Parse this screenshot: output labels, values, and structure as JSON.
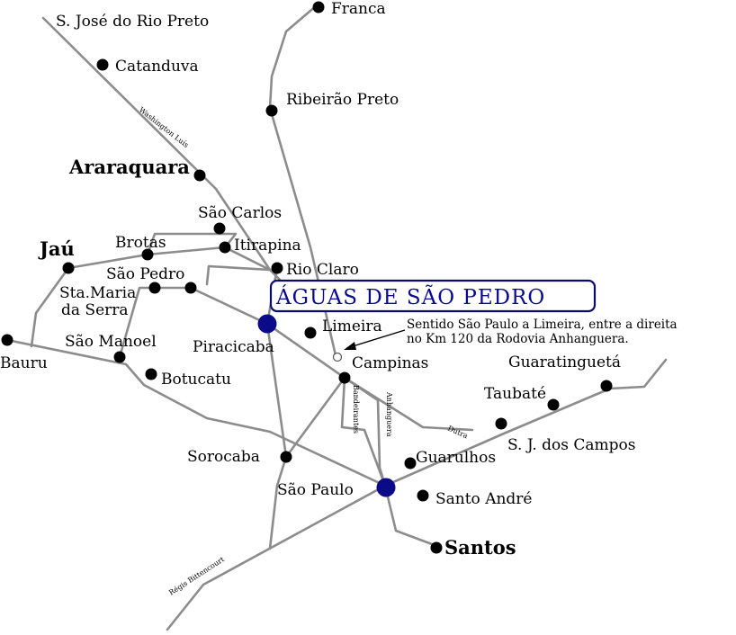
{
  "title": "ÁGUAS DE SÃO PEDRO",
  "note": {
    "line1": "Sentido São Paulo a Limeira, entre a direita",
    "line2": "no Km 120 da Rodovia Anhanguera."
  },
  "cities": {
    "sjose": "S. José do Rio Preto",
    "franca": "Franca",
    "catanduva": "Catanduva",
    "ribeirao": "Ribeirão Preto",
    "araraquara": "Araraquara",
    "saocarlos": "São Carlos",
    "jau": "Jaú",
    "brotas": "Brotas",
    "itirapina": "Itirapina",
    "saopedro": "São Pedro",
    "rioclaro": "Rio Claro",
    "stamaria1": "Sta.Maria",
    "stamaria2": "da Serra",
    "piracicaba": "Piracicaba",
    "limeira": "Limeira",
    "saomanoel": "São Manoel",
    "bauru": "Bauru",
    "botucatu": "Botucatu",
    "campinas": "Campinas",
    "guaratingueta": "Guaratinguetá",
    "taubate": "Taubaté",
    "sjcampos": "S. J. dos Campos",
    "sorocaba": "Sorocaba",
    "guarulhos": "Guarulhos",
    "saopaulo": "São Paulo",
    "santoandre": "Santo André",
    "santos": "Santos"
  },
  "roads": {
    "washington": "Washington Luís",
    "bandeirantes": "Bandeirantes",
    "anhanguera": "Anhanguera",
    "dutra": "Dutra",
    "regis": "Régis Bittencourt"
  },
  "colors": {
    "road": "#8c8c8c",
    "city": "#000000",
    "highlight": "#0b0b8a"
  }
}
